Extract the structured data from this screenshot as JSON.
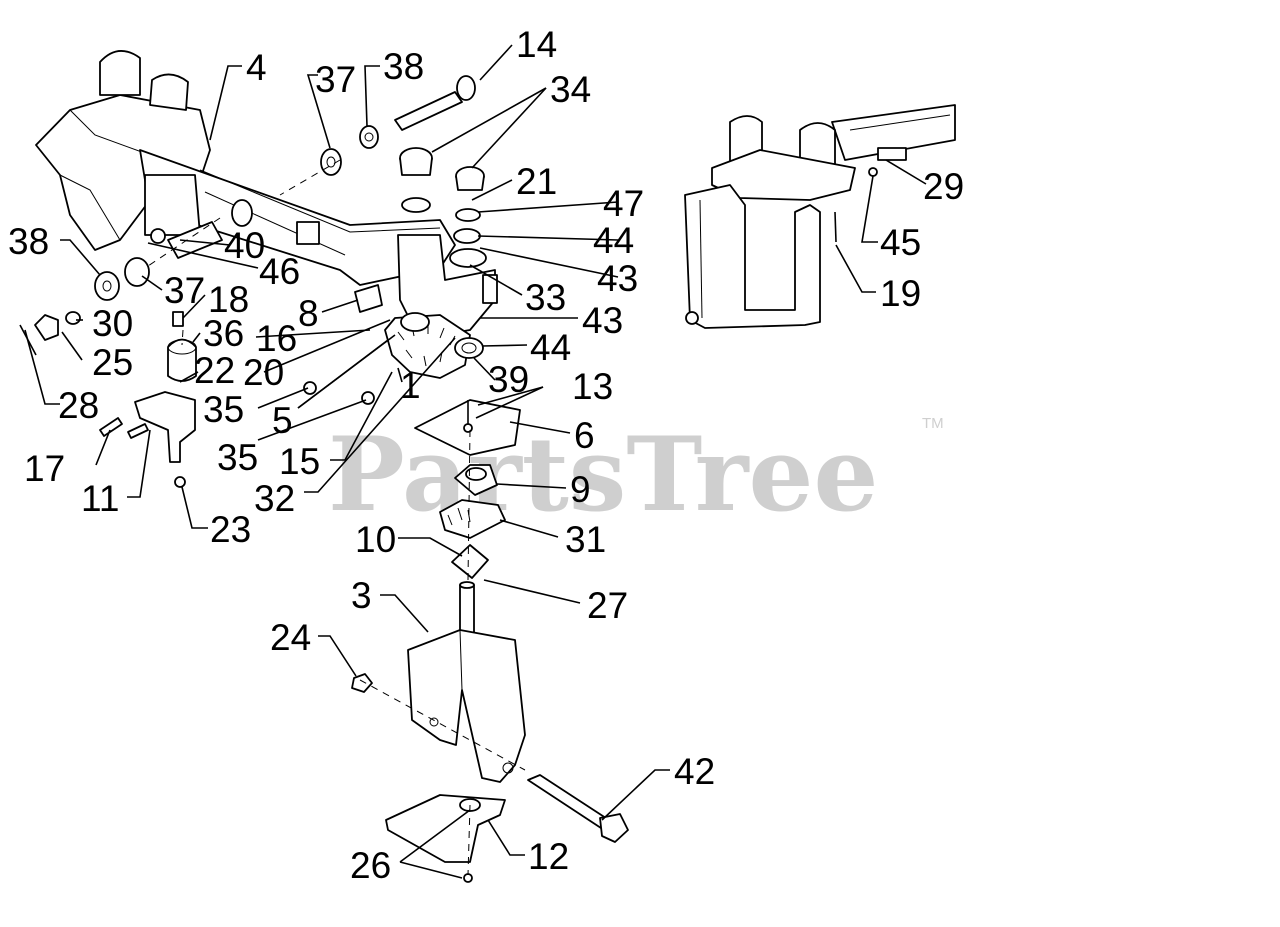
{
  "watermark": {
    "text": "PartsTree",
    "trademark": "TM"
  },
  "callouts": [
    "14",
    "4",
    "37",
    "38",
    "34",
    "21",
    "47",
    "44",
    "43",
    "33",
    "43",
    "44",
    "39",
    "13",
    "6",
    "9",
    "31",
    "27",
    "10",
    "3",
    "24",
    "42",
    "12",
    "26",
    "38",
    "40",
    "46",
    "37",
    "18",
    "30",
    "25",
    "28",
    "36",
    "16",
    "8",
    "22",
    "20",
    "35",
    "5",
    "1",
    "35",
    "15",
    "32",
    "17",
    "11",
    "23",
    "29",
    "45",
    "19"
  ]
}
